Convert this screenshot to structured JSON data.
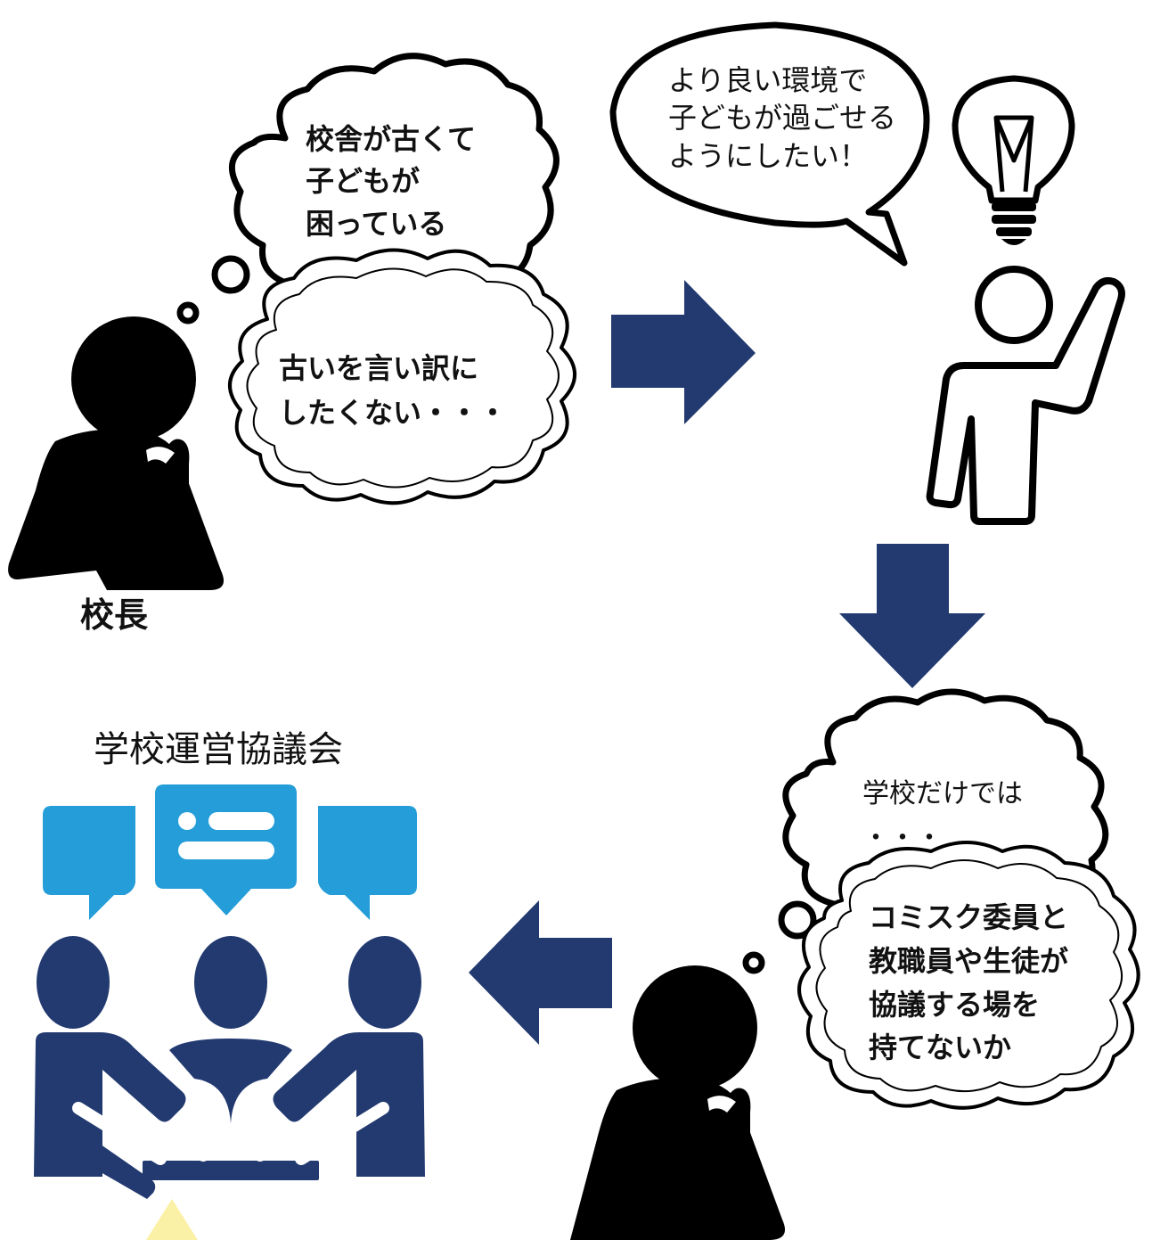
{
  "bubbles": {
    "worry_top": [
      "校舎が古くて",
      "子どもが",
      "困っている"
    ],
    "worry_bottom": [
      "古いを言い訳に",
      "したくない・・・"
    ],
    "idea_speech": [
      "より良い環境で",
      "子どもが過ごせる",
      "ようにしたい！"
    ],
    "school_alone": [
      "学校だけでは",
      "・・・"
    ],
    "proposal": [
      "コミスク委員と",
      "教職員や生徒が",
      "協議する場を",
      "持てないか"
    ]
  },
  "labels": {
    "principal": "校長",
    "council": "学校運営協議会"
  },
  "colors": {
    "arrow": "#223a70",
    "council_people": "#223a70",
    "chat_bubbles": "#259dd8",
    "pointer": "#fbf1a6",
    "figure": "#000000"
  },
  "icons": [
    "thinking-person-icon",
    "lightbulb-icon",
    "idea-person-icon",
    "meeting-people-icon",
    "chat-bubble-icon"
  ]
}
